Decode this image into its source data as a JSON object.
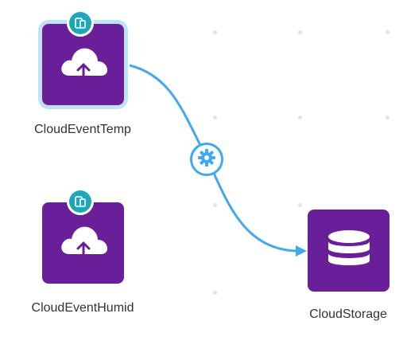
{
  "nodes": {
    "temp": {
      "label": "CloudEventTemp",
      "icon": "cloud-upload-icon",
      "badge_icon": "device-icon",
      "selected": true
    },
    "humid": {
      "label": "CloudEventHumid",
      "icon": "cloud-upload-icon",
      "badge_icon": "device-icon",
      "selected": false
    },
    "storage": {
      "label": "CloudStorage",
      "icon": "database-icon",
      "selected": false
    }
  },
  "connector": {
    "icon": "gear-icon"
  },
  "colors": {
    "node": "#6a1f9a",
    "badge": "#1fa6b8",
    "connector": "#42a9ef",
    "selection": "#bfe3f6"
  }
}
